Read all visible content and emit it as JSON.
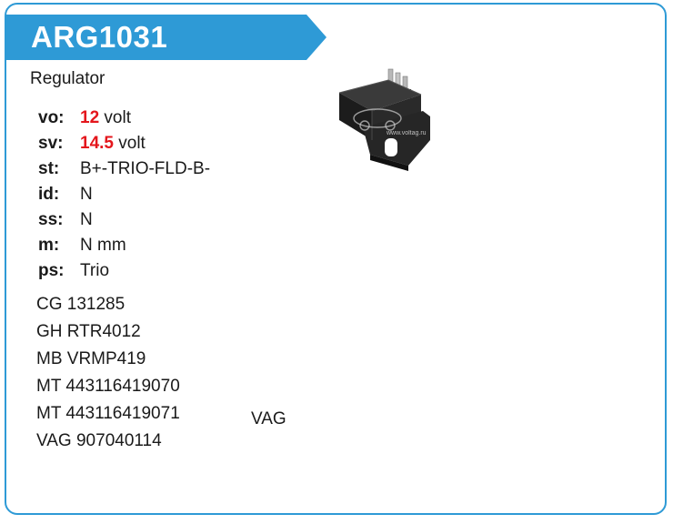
{
  "header": {
    "part_number": "ARG1031"
  },
  "product": {
    "type": "Regulator"
  },
  "specs": [
    {
      "key": "vo:",
      "value": "12",
      "unit": " volt"
    },
    {
      "key": "sv:",
      "value": "14.5",
      "unit": " volt"
    },
    {
      "key": "st:",
      "value": "B+-TRIO-FLD-B-"
    },
    {
      "key": "id:",
      "value": "N"
    },
    {
      "key": "ss:",
      "value": "N"
    },
    {
      "key": "m:",
      "value": "N mm"
    },
    {
      "key": "ps:",
      "value": "Trio"
    }
  ],
  "references": [
    "CG 131285",
    "GH RTR4012",
    "MB VRMP419",
    "MT 443116419070",
    "MT 443116419071",
    "VAG 907040114"
  ],
  "application": "VAG",
  "image": {
    "watermark": "www.voltag.ru"
  },
  "colors": {
    "accent": "#2e9ad6",
    "highlight": "#e4161c"
  }
}
